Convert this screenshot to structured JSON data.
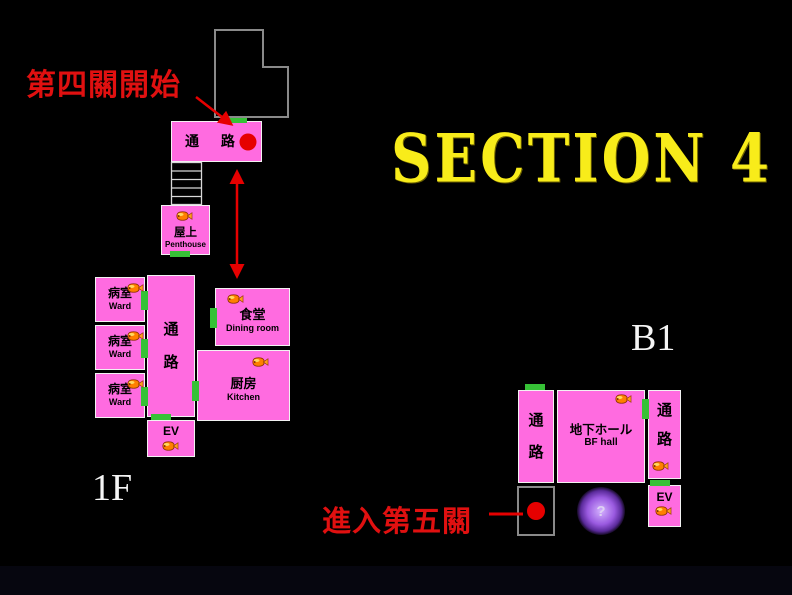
{
  "title": "SECTION 4",
  "floor_labels": {
    "first": "1F",
    "basement": "B1"
  },
  "annotations": {
    "stage4_start": "第四關開始",
    "stage5_enter": "進入第五關",
    "unknown_marker": "?"
  },
  "rooms": {
    "corridor_top": {
      "jp": "通 路"
    },
    "penthouse": {
      "jp": "屋上",
      "en": "Penthouse"
    },
    "ward1": {
      "jp": "病室",
      "en": "Ward"
    },
    "ward2": {
      "jp": "病室",
      "en": "Ward"
    },
    "ward3": {
      "jp": "病室",
      "en": "Ward"
    },
    "corridor_1f": {
      "jp1": "通",
      "jp2": "路"
    },
    "dining": {
      "jp": "食堂",
      "en": "Dining room"
    },
    "kitchen": {
      "jp": "厨房",
      "en": "Kitchen"
    },
    "elevator_1f": {
      "en": "EV"
    },
    "corridor_b1_left": {
      "jp1": "通",
      "jp2": "路"
    },
    "bf_hall": {
      "jp": "地下ホール",
      "en": "BF hall"
    },
    "corridor_b1_right": {
      "jp1": "通",
      "jp2": "路"
    },
    "elevator_b1": {
      "en": "EV"
    }
  },
  "colors": {
    "background": "#000000",
    "room_fill": "#ff6be0",
    "door_green": "#36c136",
    "marker_red": "#e60000",
    "annotation_red": "#e01010",
    "title_yellow": "#f8ec1a",
    "glow_purple": "#9a5ae0",
    "outline_gray": "#8a8a8a"
  }
}
